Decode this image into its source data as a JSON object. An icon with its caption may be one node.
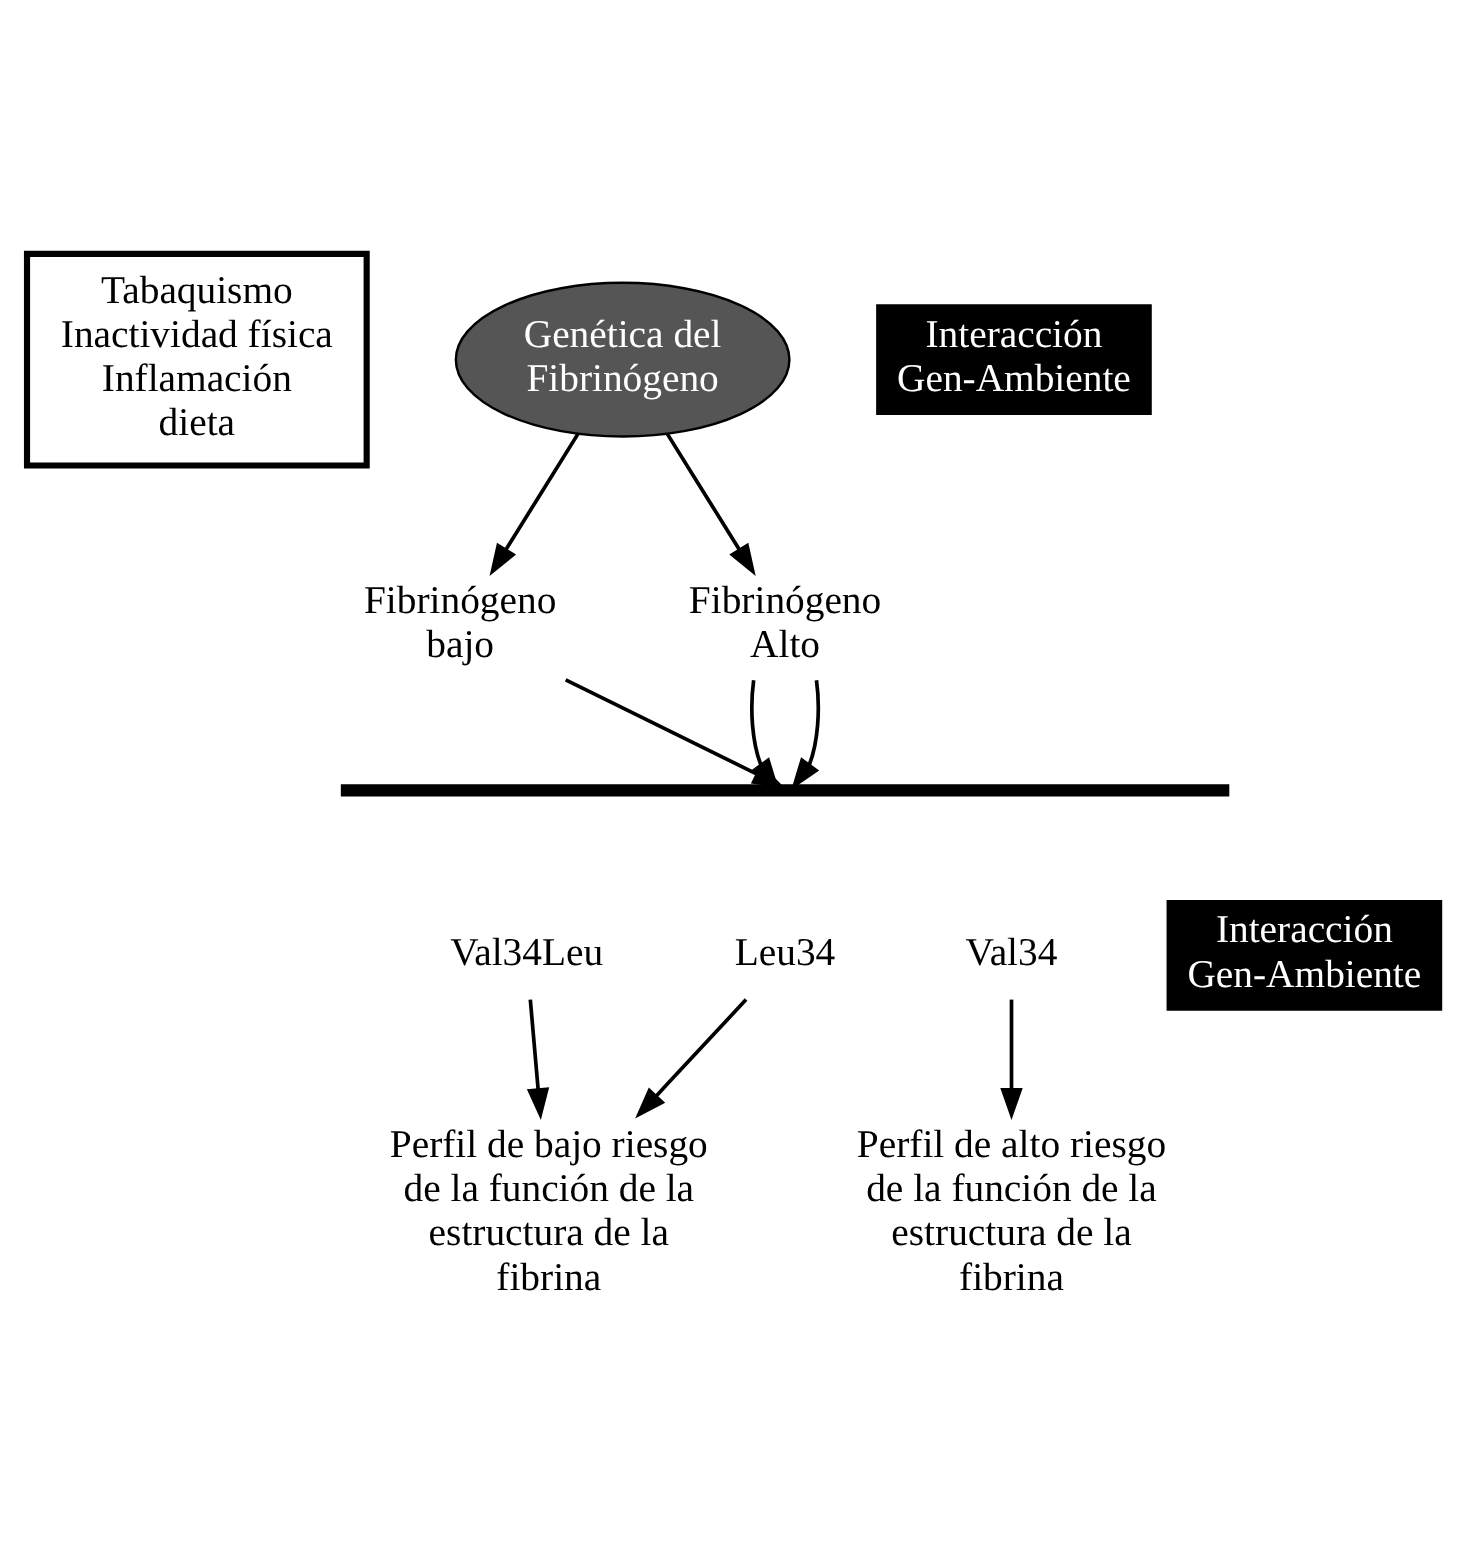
{
  "diagram": {
    "nodes": [
      {
        "text": [
          "Tabaquismo",
          "Inactividad física",
          "Inflamación",
          "dieta"
        ]
      },
      {
        "text": [
          "Genética del Fibrinógeno"
        ]
      },
      {
        "text": [
          "Interacción Gen-Ambiente"
        ]
      },
      {
        "text": [
          "Fibrinógeno bajo"
        ]
      },
      {
        "text": [
          "Fibrinógeno Alto"
        ]
      },
      {
        "text": [],
        "shape": "bar"
      },
      {
        "text": [
          "Val34Leu"
        ]
      },
      {
        "text": [
          "Leu34"
        ]
      },
      {
        "text": [
          "Val34"
        ]
      },
      {
        "text": [
          "Interacción Gen-Ambiente"
        ]
      },
      {
        "text": [
          "Perfil de bajo riesgo de la función de la estructura de la fibrina"
        ]
      },
      {
        "text": [
          "Perfil de alto riesgo de la función de la estructura de la fibrina"
        ]
      }
    ],
    "edges": [
      {
        "from": 1,
        "to": 3,
        "arrow": "to"
      },
      {
        "from": 1,
        "to": 4,
        "arrow": "to"
      },
      {
        "from": 3,
        "to": 5,
        "arrow": "to"
      },
      {
        "from": 4,
        "to": 5,
        "arrow": "to"
      },
      {
        "from": 4,
        "to": 5,
        "arrow": "to"
      },
      {
        "from": 6,
        "to": 10,
        "arrow": "to"
      },
      {
        "from": 7,
        "to": 10,
        "arrow": "to"
      },
      {
        "from": 8,
        "to": 11,
        "arrow": "to"
      }
    ]
  }
}
